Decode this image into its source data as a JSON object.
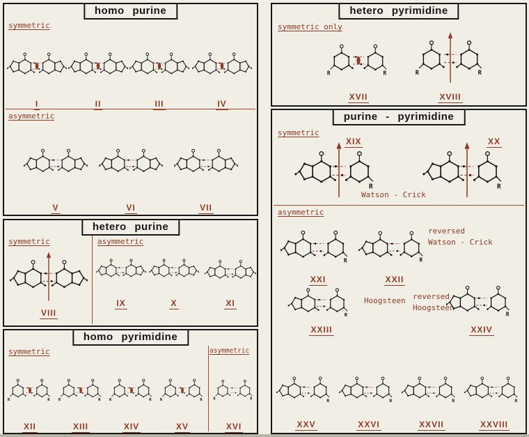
{
  "figure": {
    "substituent_label": "R",
    "colors": {
      "accent": "#8d3b24",
      "ink": "#17171a",
      "paper": "#f1eee6"
    }
  },
  "panels": {
    "homo_purine": {
      "title": "homo purine",
      "sections": {
        "symmetric": {
          "label": "symmetric",
          "structures": [
            {
              "numeral": "I",
              "icon": "purine-purine-ellipse"
            },
            {
              "numeral": "II",
              "icon": "purine-purine-ellipse"
            },
            {
              "numeral": "III",
              "icon": "purine-purine-ellipse"
            },
            {
              "numeral": "IV",
              "icon": "purine-purine-ellipse"
            }
          ]
        },
        "asymmetric": {
          "label": "asymmetric",
          "structures": [
            {
              "numeral": "V",
              "icon": "purine-purine"
            },
            {
              "numeral": "VI",
              "icon": "purine-purine"
            },
            {
              "numeral": "VII",
              "icon": "purine-purine"
            }
          ]
        }
      }
    },
    "hetero_purine": {
      "title": "hetero purine",
      "sections": {
        "symmetric": {
          "label": "symmetric",
          "structures": [
            {
              "numeral": "VIII",
              "icon": "purine-purine-axis"
            }
          ]
        },
        "asymmetric": {
          "label": "asymmetric",
          "structures": [
            {
              "numeral": "IX",
              "icon": "purine-purine"
            },
            {
              "numeral": "X",
              "icon": "purine-purine"
            },
            {
              "numeral": "XI",
              "icon": "purine-purine"
            }
          ]
        }
      }
    },
    "homo_pyrimidine": {
      "title": "homo pyrimidine",
      "sections": {
        "symmetric": {
          "label": "symmetric",
          "structures": [
            {
              "numeral": "XII",
              "icon": "pyrimidine-pyrimidine-ellipse"
            },
            {
              "numeral": "XIII",
              "icon": "pyrimidine-pyrimidine-ellipse"
            },
            {
              "numeral": "XIV",
              "icon": "pyrimidine-pyrimidine-ellipse"
            },
            {
              "numeral": "XV",
              "icon": "pyrimidine-pyrimidine-ellipse"
            }
          ]
        },
        "asymmetric": {
          "label": "asymmetric",
          "structures": [
            {
              "numeral": "XVI",
              "icon": "pyrimidine-pyrimidine"
            }
          ]
        }
      }
    },
    "hetero_pyrimidine": {
      "title": "hetero pyrimidine",
      "sections": {
        "symmetric_only": {
          "label": "symmetric only",
          "structures": [
            {
              "numeral": "XVII",
              "icon": "pyrimidine-pyrimidine-ellipse"
            },
            {
              "numeral": "XVIII",
              "icon": "pyrimidine-pyrimidine-axis"
            }
          ]
        }
      }
    },
    "purine_pyrimidine": {
      "title": "purine - pyrimidine",
      "sections": {
        "symmetric": {
          "label": "symmetric",
          "annotation": "Watson - Crick",
          "structures": [
            {
              "numeral": "XIX",
              "icon": "purine-pyrimidine-axis"
            },
            {
              "numeral": "XX",
              "icon": "purine-pyrimidine-axis"
            }
          ]
        },
        "asymmetric": {
          "label": "asymmetric",
          "annotations": {
            "reversed": "reversed",
            "watson_crick": "Watson - Crick",
            "hoogsteen": "Hoogsteen"
          },
          "structures": [
            {
              "numeral": "XXI",
              "icon": "purine-pyrimidine"
            },
            {
              "numeral": "XXII",
              "icon": "purine-pyrimidine"
            },
            {
              "numeral": "XXIII",
              "icon": "purine-pyrimidine"
            },
            {
              "numeral": "XXIV",
              "icon": "purine-pyrimidine"
            },
            {
              "numeral": "XXV",
              "icon": "purine-pyrimidine"
            },
            {
              "numeral": "XXVI",
              "icon": "purine-pyrimidine"
            },
            {
              "numeral": "XXVII",
              "icon": "purine-pyrimidine"
            },
            {
              "numeral": "XXVIII",
              "icon": "purine-pyrimidine"
            }
          ]
        }
      }
    }
  }
}
